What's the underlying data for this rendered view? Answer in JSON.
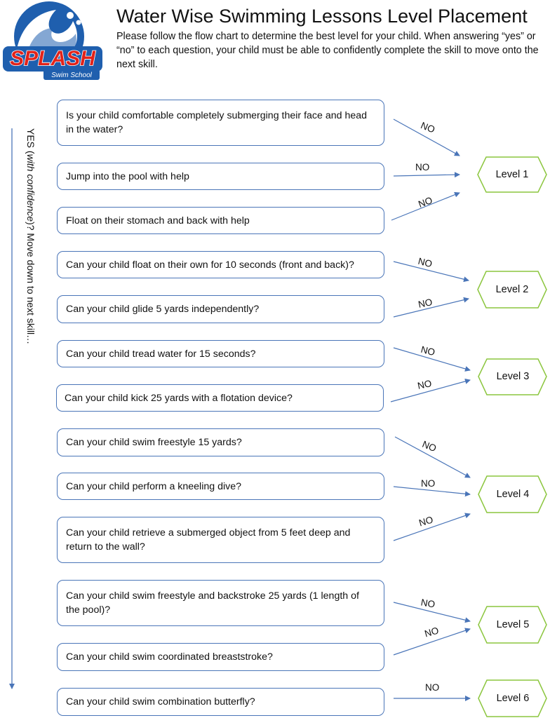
{
  "logo": {
    "brand": "SPLASH",
    "tagline": "Swim School"
  },
  "header": {
    "title": "Water Wise Swimming Lessons Level Placement",
    "instructions": "Please follow the flow chart to determine the best level for your child. When answering “yes” or “no” to each question, your child must be able to confidently complete the skill to move onto the next skill."
  },
  "side_label": {
    "prefix": "YES (",
    "emphasis": "with confidence",
    "suffix": ")?  Move down to next skill…"
  },
  "questions": [
    "Is your child comfortable completely submerging their face and head in the water?",
    "Jump into the pool with help",
    "Float on their stomach and back with help",
    "Can your child float on their own for 10 seconds (front and back)?",
    "Can your child glide 5 yards independently?",
    "Can your child tread water for 15 seconds?",
    "Can your child kick 25 yards with a flotation device?",
    "Can your child swim freestyle 15 yards?",
    "Can your child perform a kneeling dive?",
    "Can your child retrieve a submerged object from 5 feet deep and return to the wall?",
    "Can your child swim freestyle and backstroke 25 yards (1 length of the pool)?",
    "Can your child swim coordinated breaststroke?",
    "Can your child swim combination butterfly?"
  ],
  "levels": [
    "Level 1",
    "Level 2",
    "Level 3",
    "Level 4",
    "Level 5",
    "Level 6"
  ],
  "no_label": "NO",
  "colors": {
    "box_border": "#4a75b8",
    "level_border": "#8cc63f",
    "arrow": "#4a75b8",
    "logo_blue": "#1f5fae",
    "logo_red": "#e2231a"
  }
}
